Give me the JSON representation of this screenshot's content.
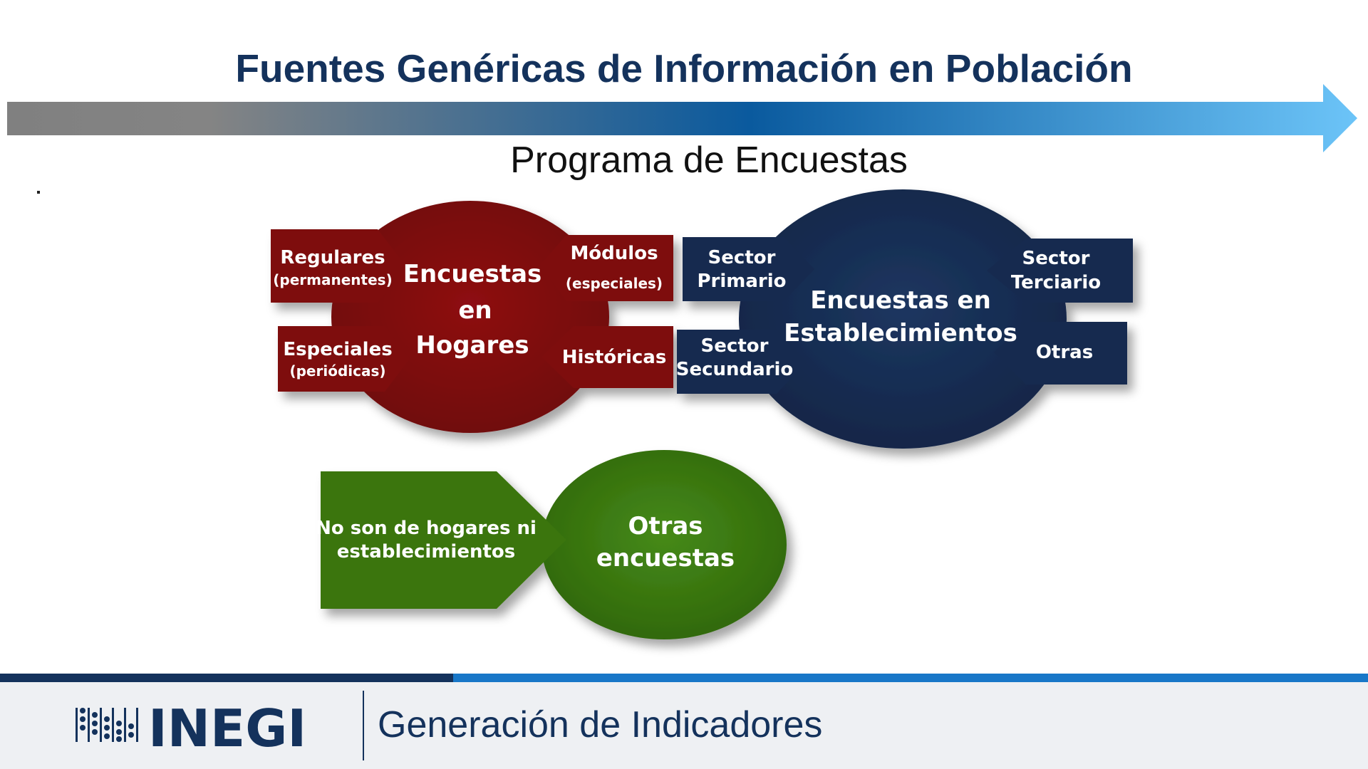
{
  "header": {
    "title": "Fuentes Genéricas de Información en Población",
    "subtitle": "Programa de Encuestas",
    "arrow_gradient": [
      "#808080",
      "#0a5fa8",
      "#6cc4f8"
    ]
  },
  "diagram": {
    "hogares": {
      "color": "#7e0a0d",
      "center_label": [
        "Encuestas",
        "en",
        "Hogares"
      ],
      "left_items": [
        {
          "line1": "Regulares",
          "line2": "(permanentes)"
        },
        {
          "line1": "Especiales",
          "line2": "(periódicas)"
        }
      ],
      "right_items": [
        {
          "line1": "Módulos",
          "line2": "(especiales)"
        },
        {
          "line1": "Históricas",
          "line2": ""
        }
      ]
    },
    "establecimientos": {
      "color": "#152b50",
      "center_label": [
        "Encuestas en",
        "Establecimientos"
      ],
      "left_items": [
        {
          "line1": "Sector",
          "line2": "Primario"
        },
        {
          "line1": "Sector",
          "line2": "Secundario"
        }
      ],
      "right_items": [
        {
          "line1": "Sector",
          "line2": "Terciario"
        },
        {
          "line1": "Otras",
          "line2": ""
        }
      ]
    },
    "otras": {
      "color": "#3a7410",
      "center_label": [
        "Otras",
        "encuestas"
      ],
      "arrow_label": [
        "No son de hogares ni",
        "establecimientos"
      ]
    }
  },
  "footer": {
    "logo_text": "INEGI",
    "section_title": "Generación de Indicadores"
  }
}
